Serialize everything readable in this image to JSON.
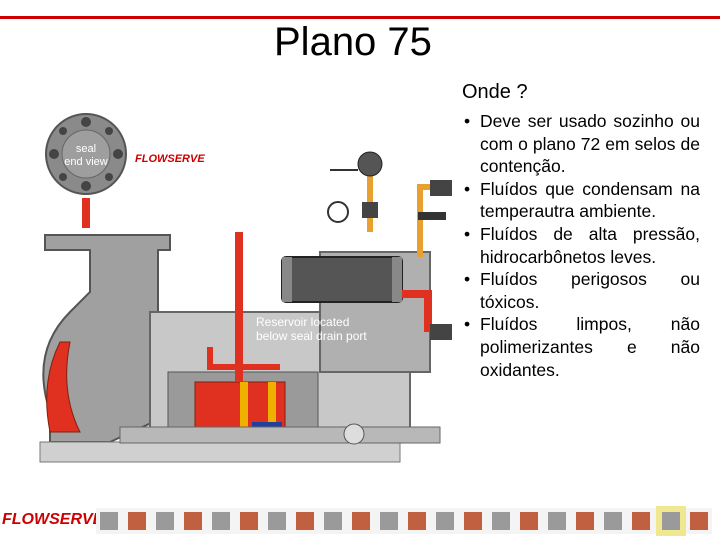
{
  "slide": {
    "title": "Plano 75",
    "subheading": "Onde ?",
    "bullets": [
      "Deve ser usado sozinho ou com o plano 72 em selos de contenção.",
      "Fluídos que condensam na temperautra ambiente.",
      "Fluídos de alta pressão, hidrocarbônetos leves.",
      "Fluídos perigosos ou tóxicos.",
      "Fluídos limpos, não polimerizantes e não oxidantes."
    ]
  },
  "diagram": {
    "seal_view_label_1": "seal",
    "seal_view_label_2": "end view",
    "brand_small": "FLOWSERVE",
    "reservoir_label_1": "Reservoir located",
    "reservoir_label_2": "below seal drain port"
  },
  "footer": {
    "brand": "FLOWSERVE"
  },
  "colors": {
    "accent_red": "#cc0000",
    "pump_gray": "#9a9a9a",
    "piping_orange": "#e8a030",
    "fluid_red": "#e03020"
  }
}
